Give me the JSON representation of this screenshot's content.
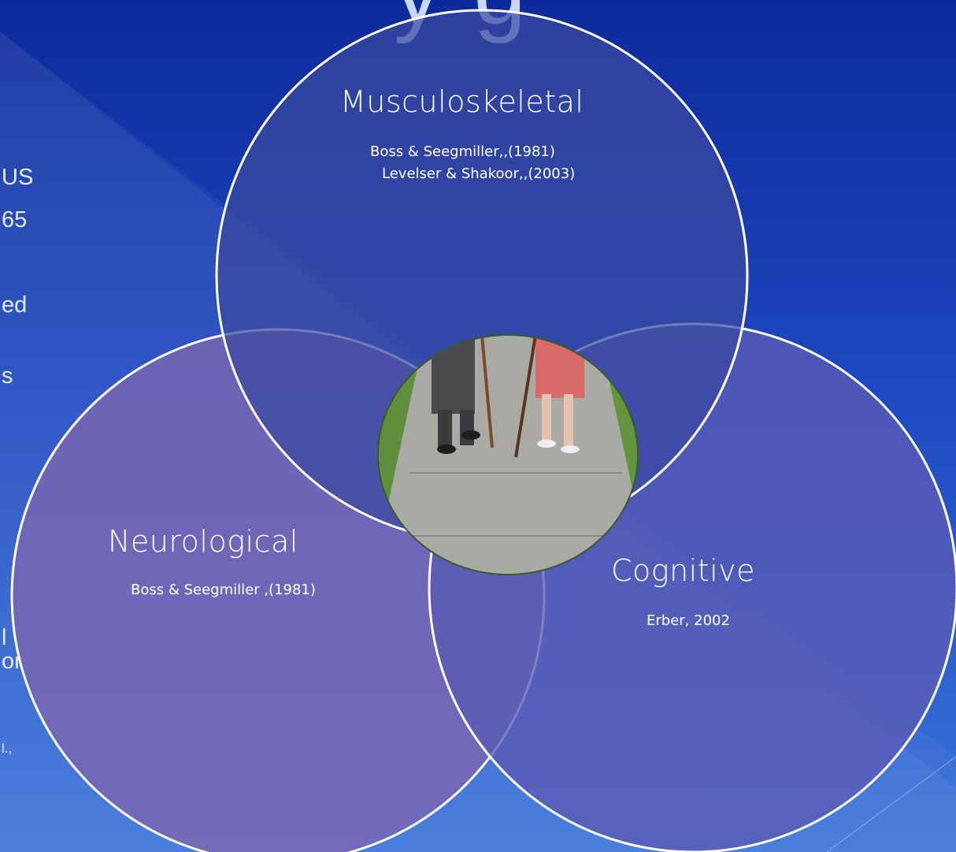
{
  "title_fragment": "y   g",
  "left_text_fragments": {
    "line1": "US",
    "line2": "65",
    "line3": "ed",
    "line4": "s",
    "line5": "l",
    "line6": "or",
    "line7": "l.,"
  },
  "venn": {
    "top": {
      "title": "Musculoskeletal",
      "cite1": "Boss & Seegmiller,,(1981)",
      "cite2": "Levelser & Shakoor,,(2003)"
    },
    "left": {
      "title": "Neurological",
      "cite1": "Boss  & Seegmiller ,(1981)"
    },
    "right": {
      "title": "Cognitive",
      "cite1": "Erber, 2002"
    },
    "center_image": "elderly-couple-walking-with-canes-photo"
  },
  "colors": {
    "circle_top": "#3a4a9c",
    "circle_left": "#6f5fa8",
    "circle_right": "#5a5bb0",
    "outline": "#ffffff"
  }
}
